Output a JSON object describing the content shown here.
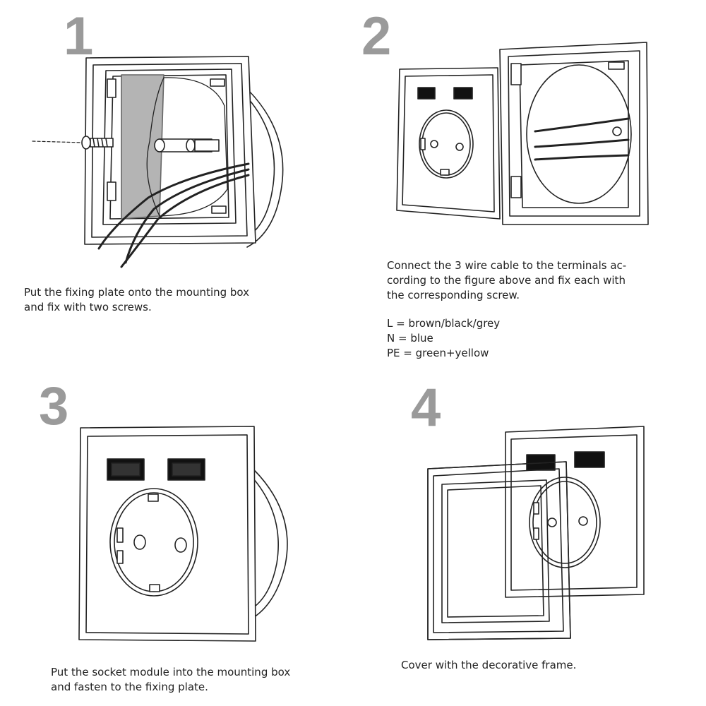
{
  "steps": [
    {
      "number": "1",
      "lines": [
        "Put the fixing plate onto the mounting box",
        "and fix with two screws."
      ]
    },
    {
      "number": "2",
      "lines": [
        "Connect the 3 wire cable to the terminals ac-",
        "cording to the figure above and fix each with",
        "the corresponding screw."
      ],
      "wiring": [
        "L = brown/black/grey",
        "N = blue",
        "PE = green+yellow"
      ]
    },
    {
      "number": "3",
      "lines": [
        "Put the socket module into the mounting box",
        "and fasten to the fixing plate."
      ]
    },
    {
      "number": "4",
      "lines": [
        "Cover with the decorative frame."
      ]
    }
  ]
}
